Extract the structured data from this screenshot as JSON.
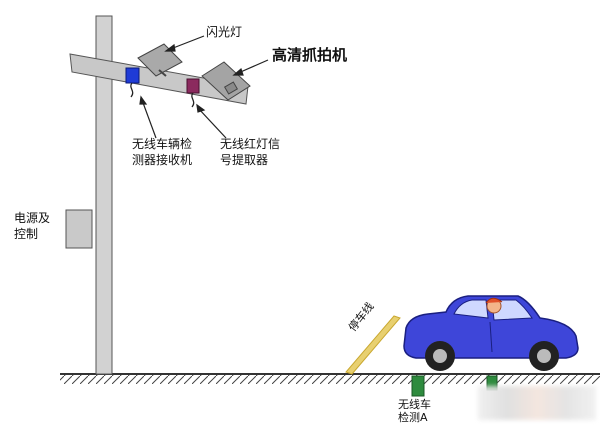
{
  "labels": {
    "flash": "闪光灯",
    "hd_camera": "高清抓拍机",
    "receiver_line1": "无线车辆检",
    "receiver_line2": "测器接收机",
    "extractor_line1": "无线红灯信",
    "extractor_line2": "号提取器",
    "power_line1": "电源及",
    "power_line2": "控制",
    "stop_line": "停车线",
    "detector_line1": "无线车",
    "detector_line2": "检测A"
  },
  "colors": {
    "pole": "#d2d2d2",
    "arm": "#c8c8c8",
    "flash_unit": "#a9a9a9",
    "camera": "#a4a4a4",
    "receiver": "#1f3bd6",
    "extractor": "#8b2a5e",
    "car_body": "#3e46d9",
    "stop_line": "#e8d070",
    "detector": "#2e8b3e",
    "ground": "#333333"
  }
}
